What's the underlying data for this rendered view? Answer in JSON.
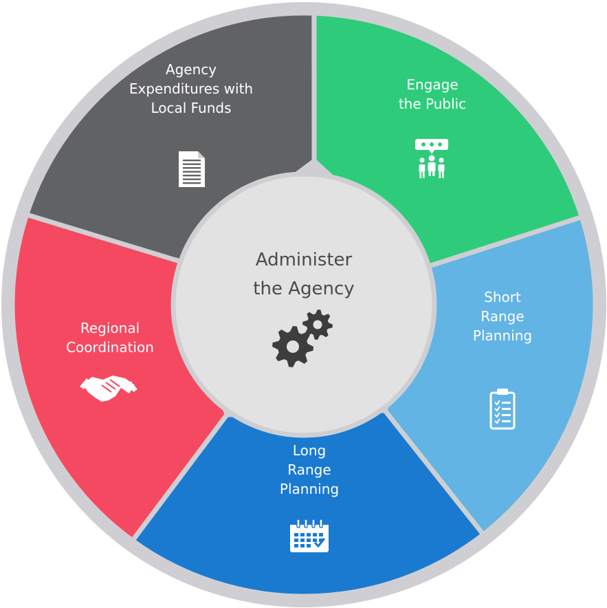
{
  "center": {
    "lines": [
      "Administer",
      "the Agency"
    ],
    "icon": "gears-icon",
    "fill": "#e2e2e2",
    "text_color": "#4a4a4a",
    "icon_color": "#3d3d3d"
  },
  "ring_color": "#cfcfd3",
  "segments": [
    {
      "id": "engage-the-public",
      "lines": [
        "Engage",
        "the Public"
      ],
      "color": "#2ecc7a",
      "icon": "audience-icon"
    },
    {
      "id": "short-range-planning",
      "lines": [
        "Short",
        "Range",
        "Planning"
      ],
      "color": "#62b4e4",
      "icon": "clipboard-checklist-icon"
    },
    {
      "id": "long-range-planning",
      "lines": [
        "Long",
        "Range",
        "Planning"
      ],
      "color": "#1a7ad0",
      "icon": "calendar-icon"
    },
    {
      "id": "regional-coordination",
      "lines": [
        "Regional",
        "Coordination"
      ],
      "color": "#f54962",
      "icon": "handshake-icon"
    },
    {
      "id": "agency-expenditures",
      "lines": [
        "Agency",
        "Expenditures with",
        "Local Funds"
      ],
      "color": "#616264",
      "icon": "document-icon"
    }
  ]
}
